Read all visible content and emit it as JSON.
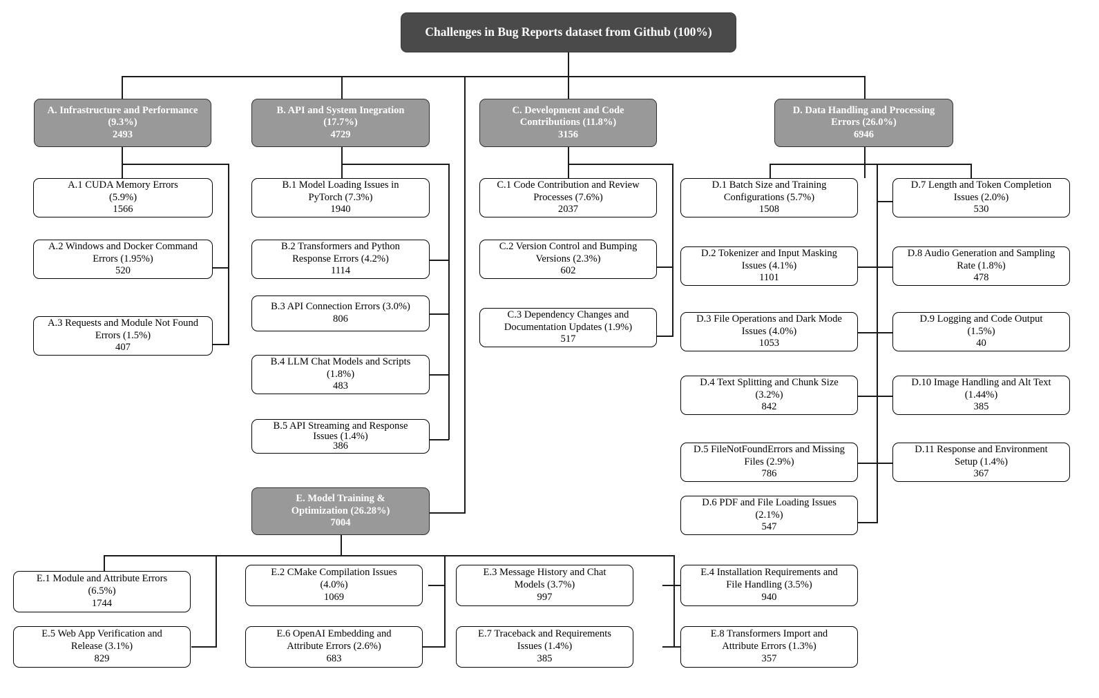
{
  "diagram": {
    "title": "Challenges in Bug Reports dataset from Github (100%)",
    "type": "hierarchy-tree",
    "root": {
      "label": "Challenges in Bug Reports dataset from Github (100%)",
      "percent": "100%",
      "count": null
    },
    "categories": [
      {
        "id": "A",
        "line1": "A. Infrastructure and Performance",
        "line2": "(9.3%)",
        "line3": "2493",
        "percent": "9.3%",
        "count": 2493,
        "children": [
          {
            "id": "A.1",
            "line1": "A.1 CUDA Memory Errors",
            "line2": "(5.9%)",
            "line3": "1566",
            "percent": "5.9%",
            "count": 1566
          },
          {
            "id": "A.2",
            "line1": "A.2 Windows and Docker Command",
            "line2": "Errors (1.95%)",
            "line3": "520",
            "percent": "1.95%",
            "count": 520
          },
          {
            "id": "A.3",
            "line1": "A.3 Requests and Module Not Found",
            "line2": "Errors (1.5%)",
            "line3": "407",
            "percent": "1.5%",
            "count": 407
          }
        ]
      },
      {
        "id": "B",
        "line1": "B. API and System Inegration",
        "line2": "(17.7%)",
        "line3": "4729",
        "percent": "17.7%",
        "count": 4729,
        "children": [
          {
            "id": "B.1",
            "line1": "B.1 Model Loading Issues in",
            "line2": "PyTorch (7.3%)",
            "line3": "1940",
            "percent": "7.3%",
            "count": 1940
          },
          {
            "id": "B.2",
            "line1": "B.2 Transformers and Python",
            "line2": "Response Errors (4.2%)",
            "line3": "1114",
            "percent": "4.2%",
            "count": 1114
          },
          {
            "id": "B.3",
            "line1": "B.3 API Connection Errors (3.0%)",
            "line2": "806",
            "line3": "",
            "percent": "3.0%",
            "count": 806
          },
          {
            "id": "B.4",
            "line1": "B.4 LLM Chat Models and Scripts",
            "line2": "(1.8%)",
            "line3": "483",
            "percent": "1.8%",
            "count": 483
          },
          {
            "id": "B.5",
            "line1": "B.5 API Streaming and Response",
            "line2": "Issues (1.4%)",
            "line3": "386",
            "percent": "1.4%",
            "count": 386
          }
        ]
      },
      {
        "id": "C",
        "line1": "C. Development and Code",
        "line2": "Contributions (11.8%)",
        "line3": "3156",
        "percent": "11.8%",
        "count": 3156,
        "children": [
          {
            "id": "C.1",
            "line1": "C.1 Code Contribution and Review",
            "line2": "Processes (7.6%)",
            "line3": "2037",
            "percent": "7.6%",
            "count": 2037
          },
          {
            "id": "C.2",
            "line1": "C.2 Version Control and Bumping",
            "line2": "Versions (2.3%)",
            "line3": "602",
            "percent": "2.3%",
            "count": 602
          },
          {
            "id": "C.3",
            "line1": "C.3 Dependency Changes and",
            "line2": "Documentation Updates (1.9%)",
            "line3": "517",
            "percent": "1.9%",
            "count": 517
          }
        ]
      },
      {
        "id": "D",
        "line1": "D. Data Handling and Processing",
        "line2": "Errors (26.0%)",
        "line3": "6946",
        "percent": "26.0%",
        "count": 6946,
        "children": [
          {
            "id": "D.1",
            "line1": "D.1 Batch Size and Training",
            "line2": "Configurations (5.7%)",
            "line3": "1508",
            "percent": "5.7%",
            "count": 1508
          },
          {
            "id": "D.2",
            "line1": "D.2 Tokenizer and Input Masking",
            "line2": "Issues (4.1%)",
            "line3": "1101",
            "percent": "4.1%",
            "count": 1101
          },
          {
            "id": "D.3",
            "line1": "D.3 File Operations and Dark Mode",
            "line2": "Issues (4.0%)",
            "line3": "1053",
            "percent": "4.0%",
            "count": 1053
          },
          {
            "id": "D.4",
            "line1": "D.4 Text Splitting and Chunk Size",
            "line2": "(3.2%)",
            "line3": "842",
            "percent": "3.2%",
            "count": 842
          },
          {
            "id": "D.5",
            "line1": "D.5 FileNotFoundErrors and Missing",
            "line2": "Files (2.9%)",
            "line3": "786",
            "percent": "2.9%",
            "count": 786
          },
          {
            "id": "D.6",
            "line1": "D.6 PDF and File Loading Issues",
            "line2": "(2.1%)",
            "line3": "547",
            "percent": "2.1%",
            "count": 547
          },
          {
            "id": "D.7",
            "line1": "D.7 Length and Token Completion",
            "line2": "Issues (2.0%)",
            "line3": "530",
            "percent": "2.0%",
            "count": 530
          },
          {
            "id": "D.8",
            "line1": "D.8 Audio Generation and Sampling",
            "line2": "Rate (1.8%)",
            "line3": "478",
            "percent": "1.8%",
            "count": 478
          },
          {
            "id": "D.9",
            "line1": "D.9 Logging and Code Output",
            "line2": "(1.5%)",
            "line3": "40",
            "percent": "1.5%",
            "count": 40
          },
          {
            "id": "D.10",
            "line1": "D.10 Image Handling and Alt Text",
            "line2": "(1.44%)",
            "line3": "385",
            "percent": "1.44%",
            "count": 385
          },
          {
            "id": "D.11",
            "line1": "D.11 Response and Environment",
            "line2": "Setup (1.4%)",
            "line3": "367",
            "percent": "1.4%",
            "count": 367
          }
        ]
      },
      {
        "id": "E",
        "line1": "E. Model Training &",
        "line2": "Optimization (26.28%)",
        "line3": "7004",
        "percent": "26.28%",
        "count": 7004,
        "children": [
          {
            "id": "E.1",
            "line1": "E.1 Module and Attribute Errors",
            "line2": "(6.5%)",
            "line3": "1744",
            "percent": "6.5%",
            "count": 1744
          },
          {
            "id": "E.2",
            "line1": "E.2 CMake Compilation Issues",
            "line2": "(4.0%)",
            "line3": "1069",
            "percent": "4.0%",
            "count": 1069
          },
          {
            "id": "E.3",
            "line1": "E.3 Message History and Chat",
            "line2": "Models (3.7%)",
            "line3": "997",
            "percent": "3.7%",
            "count": 997
          },
          {
            "id": "E.4",
            "line1": "E.4 Installation Requirements and",
            "line2": "File Handling (3.5%)",
            "line3": "940",
            "percent": "3.5%",
            "count": 940
          },
          {
            "id": "E.5",
            "line1": "E.5 Web App Verification and",
            "line2": "Release (3.1%)",
            "line3": "829",
            "percent": "3.1%",
            "count": 829
          },
          {
            "id": "E.6",
            "line1": "E.6 OpenAI Embedding and",
            "line2": "Attribute Errors (2.6%)",
            "line3": "683",
            "percent": "2.6%",
            "count": 683
          },
          {
            "id": "E.7",
            "line1": "E.7 Traceback and Requirements",
            "line2": "Issues (1.4%)",
            "line3": "385",
            "percent": "1.4%",
            "count": 385
          },
          {
            "id": "E.8",
            "line1": "E.8 Transformers Import and",
            "line2": "Attribute Errors (1.3%)",
            "line3": "357",
            "percent": "1.3%",
            "count": 357
          }
        ]
      }
    ],
    "colors": {
      "root_fill": "#4a4a4a",
      "category_fill": "#999999",
      "leaf_fill": "#ffffff",
      "stroke": "#1a1a1a",
      "text_light": "#ffffff",
      "text_dark": "#000000"
    }
  }
}
